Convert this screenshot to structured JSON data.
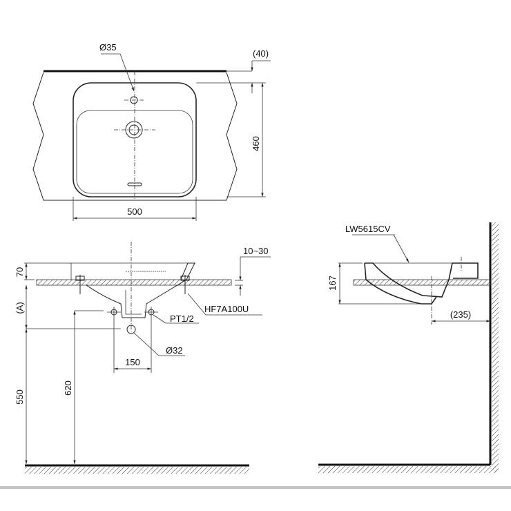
{
  "drawing": {
    "title": "Basin installation dimension drawing",
    "colors": {
      "line": "#222222",
      "background": "#ffffff",
      "bottom_bar": "#c4c4c4"
    },
    "top_view": {
      "dim_faucet_hole": "Ø35",
      "dim_offset": "(40)",
      "dim_depth": "460",
      "dim_width": "500"
    },
    "front_view": {
      "dim_rim_height": "70",
      "dim_counter_thickness": "10~30",
      "dim_a": "(A)",
      "dim_floor_to_top": "550",
      "dim_floor_to_supply": "620",
      "dim_supply_spacing": "150",
      "label_supply": "PT1/2",
      "label_drain": "Ø32",
      "label_bracket": "HF7A100U"
    },
    "side_view": {
      "model": "LW5615CV",
      "dim_height": "167",
      "dim_wall_offset": "(235)"
    }
  }
}
